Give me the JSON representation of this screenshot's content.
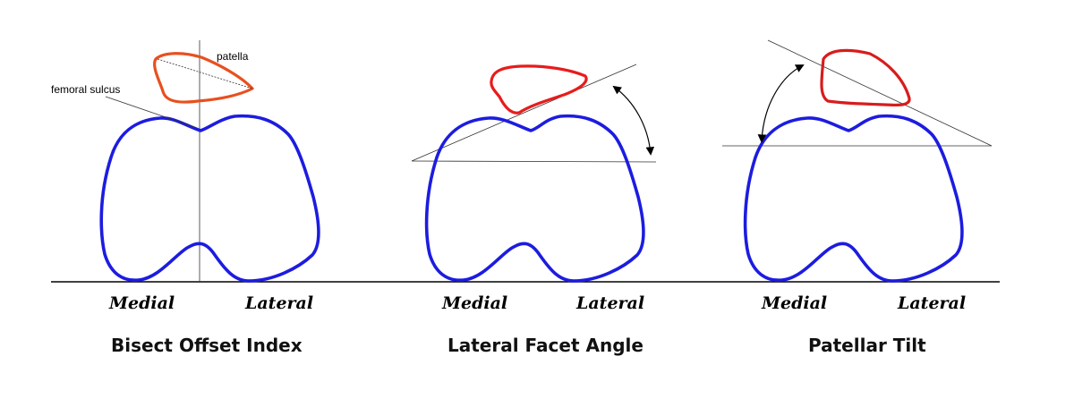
{
  "colors": {
    "femur": "#1c1ce0",
    "patella_left": "#e8501e",
    "patella_mid": "#e81c1c",
    "patella_right": "#d81c1c",
    "baseline": "#000000"
  },
  "panels": [
    {
      "title": "Bisect Offset Index",
      "medial": "Medial",
      "lateral": "Lateral",
      "annotations": {
        "patella": "patella",
        "femoral_sulcus": "femoral sulcus"
      }
    },
    {
      "title": "Lateral Facet Angle",
      "medial": "Medial",
      "lateral": "Lateral"
    },
    {
      "title": "Patellar Tilt",
      "medial": "Medial",
      "lateral": "Lateral"
    }
  ]
}
